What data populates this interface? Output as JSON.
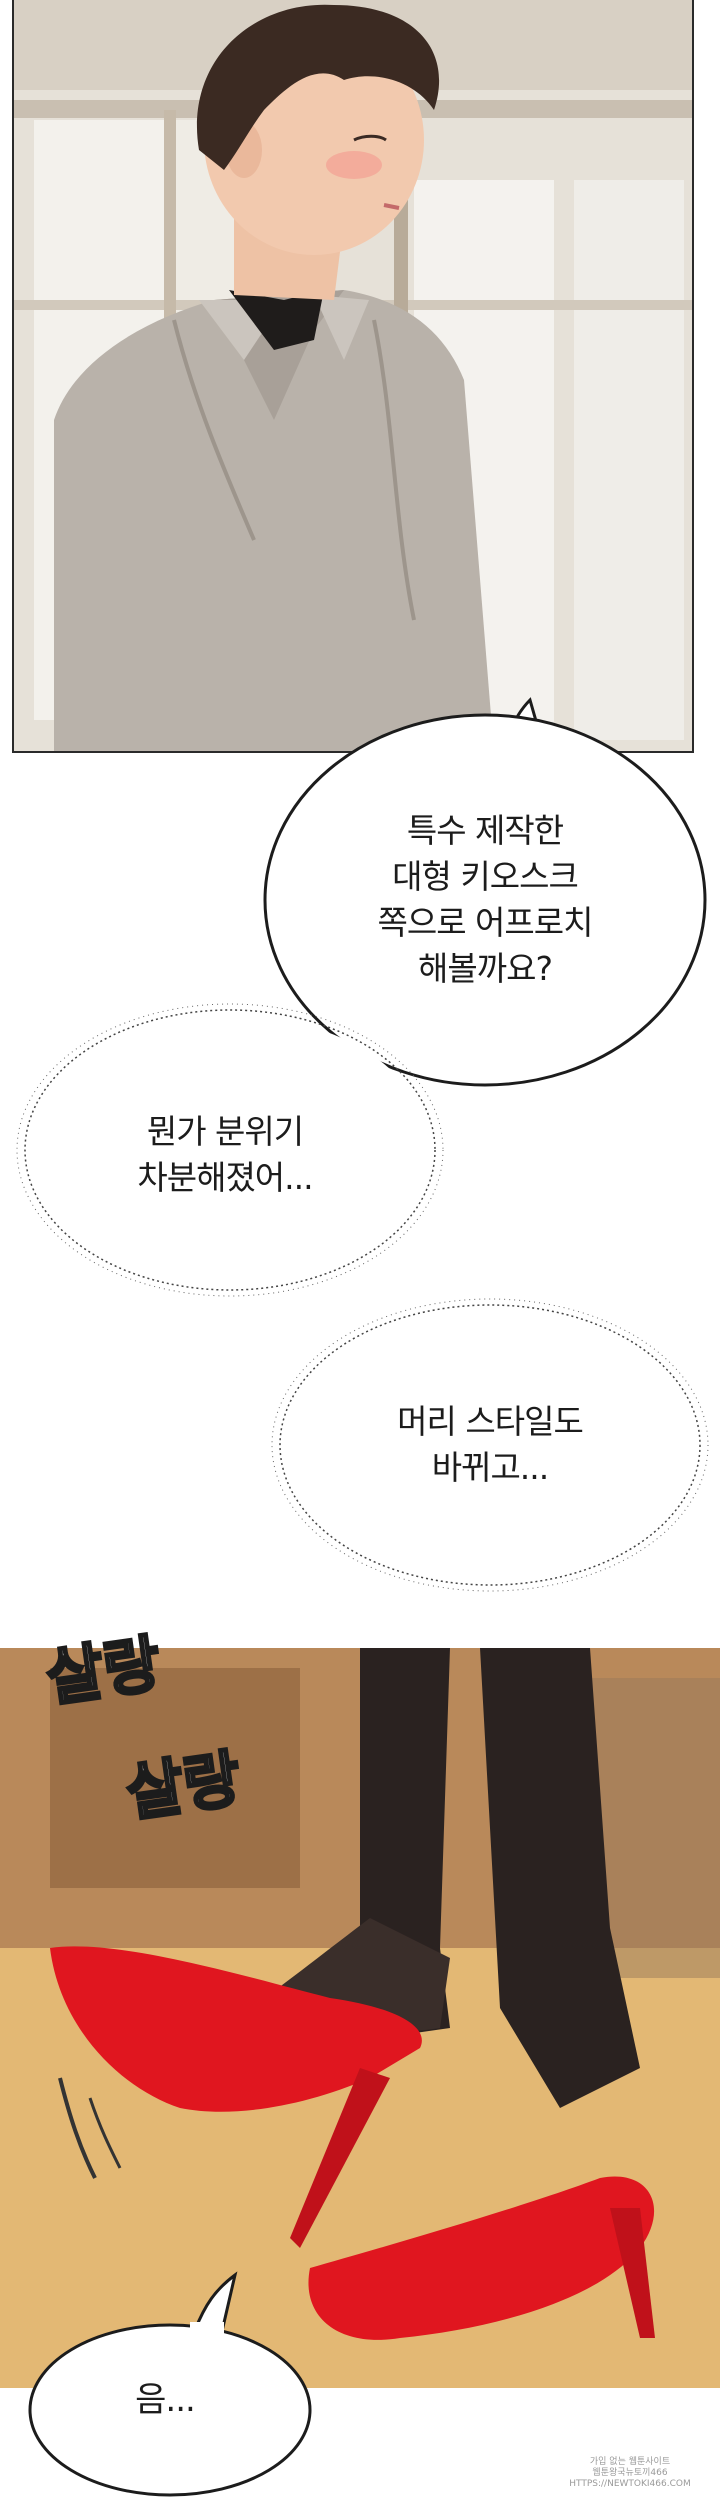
{
  "bubbles": {
    "pitch": {
      "lines": [
        "특수 제작한",
        "대형 키오스크",
        "쪽으로 어프로치",
        "해볼까요?"
      ]
    },
    "thought_mood": {
      "lines": [
        "뭔가 분위기",
        "차분해졌어..."
      ]
    },
    "thought_hair": {
      "lines": [
        "머리 스타일도",
        "바뀌고..."
      ]
    },
    "hmm": {
      "lines": [
        "음..."
      ]
    }
  },
  "sound_effects": {
    "first": "살랑",
    "second": "살랑"
  },
  "watermark": {
    "line1": "가입 없는 웹툰사이트",
    "line2": "웹툰왕국뉴토끼466",
    "line3": "HTTPS://NEWTOKI466.COM"
  },
  "colors": {
    "shirt": "#b9b2aa",
    "hair": "#3b2a22",
    "skin": "#f2c9ae",
    "heel_red": "#e0161f",
    "stocking": "#2a2220",
    "floor": "#e3b874",
    "ink": "#1c1c1c"
  }
}
